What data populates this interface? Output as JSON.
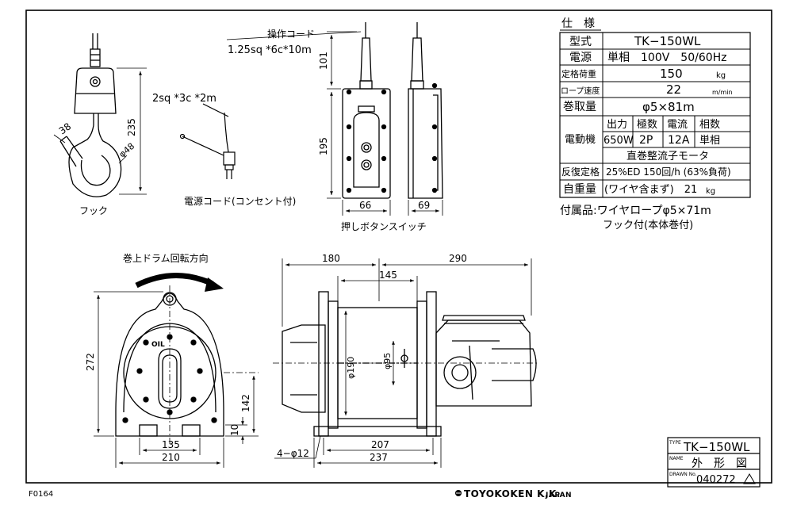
{
  "specs": {
    "heading": "仕　様",
    "rows": [
      {
        "label": "型式",
        "value": "TK−150WL",
        "unit": ""
      },
      {
        "label": "電源",
        "value": "単相　100V　50/60Hz",
        "unit": ""
      },
      {
        "label": "定格荷重",
        "value": "150",
        "unit": "kg"
      },
      {
        "label": "ロープ速度",
        "value": "22",
        "unit": "m/min"
      },
      {
        "label": "巻取量",
        "value": "φ5×81m",
        "unit": ""
      },
      {
        "label": "反復定格",
        "value": "25%ED 150回/h (63%負荷)",
        "unit": ""
      },
      {
        "label": "自重量",
        "value": "(ワイヤ含まず)　21",
        "unit": "kg"
      }
    ],
    "motor": {
      "label": "電動機",
      "headers": [
        "出力",
        "極数",
        "電流",
        "相数"
      ],
      "values": [
        "650W",
        "2P",
        "12A",
        "単相"
      ],
      "type": "直巻整流子モータ"
    },
    "accessories": [
      "付属品:ワイヤロープφ5×71m",
      "フック付(本体巻付)"
    ]
  },
  "captions": {
    "hook": "フック",
    "power_cord": "電源コード(コンセント付)",
    "switch": "押しボタンスイッチ",
    "drum_rotation": "巻上ドラム回転方向",
    "operation_cord": "操作コード",
    "operation_cord_spec": "1.25sq *6c*10m",
    "power_cord_spec": "2sq *3c *2m",
    "oil_mark": "OIL"
  },
  "dimensions": {
    "hook": {
      "width": "38",
      "height": "235",
      "diameter": "φ48"
    },
    "switch": {
      "top": "101",
      "body": "195",
      "width_front": "66",
      "width_side": "69"
    },
    "side": {
      "height": "272",
      "shaft": "142",
      "base": "10",
      "inner": "135",
      "outer": "210"
    },
    "front": {
      "left": "180",
      "right": "290",
      "drum": "145",
      "flange": "φ190",
      "drum_dia": "φ95",
      "holes": "4−φ12",
      "inner": "207",
      "outer": "237"
    }
  },
  "title_block": {
    "type_label": "TYPE",
    "type_value": "TK−150WL",
    "name_label": "NAME",
    "name_value": "外　形　図",
    "drawn_label": "DRAWN No.",
    "drawn_value": "040272"
  },
  "footer": {
    "code": "F0164",
    "company": "TOYOKOKEN K.K.",
    "country": "JAPAN"
  }
}
